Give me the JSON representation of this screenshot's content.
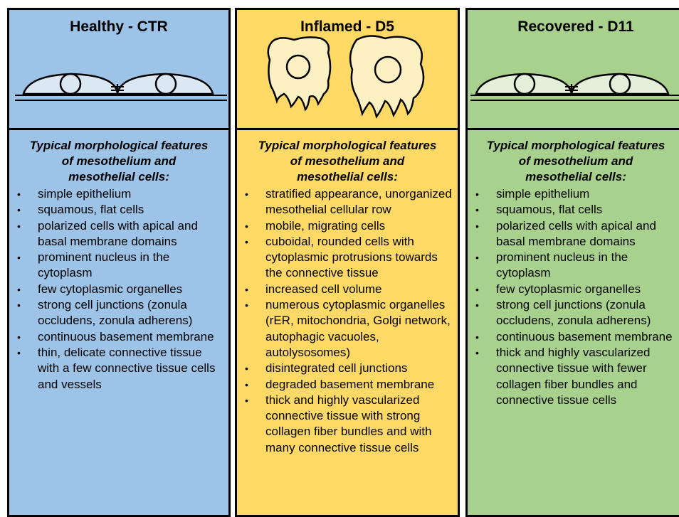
{
  "panels": [
    {
      "title": "Healthy - CTR",
      "heading": [
        "Typical morphological features",
        "of mesothelium and",
        "mesothelial cells:"
      ],
      "features": [
        "simple epithelium",
        "squamous, flat cells",
        "polarized cells with apical and basal membrane domains",
        "prominent nucleus in the cytoplasm",
        "few cytoplasmic organelles",
        "strong cell junctions (zonula occludens, zonula adherens)",
        "continuous basement membrane",
        "thin, delicate connective tissue with a few connective tissue cells and vessels"
      ],
      "bg_color": "#9dc3e6",
      "cell_fill": "#dbe8f4"
    },
    {
      "title": "Inflamed - D5",
      "heading": [
        "Typical morphological features",
        "of mesothelium and",
        "mesothelial cells:"
      ],
      "features": [
        "stratified appearance, unorganized mesothelial cellular row",
        "mobile, migrating cells",
        "cuboidal, rounded cells with cytoplasmic protrusions towards the connective tissue",
        "increased cell volume",
        "numerous cytoplasmic organelles (rER, mitochondria, Golgi network, autophagic vacuoles, autolysosomes)",
        "disintegrated cell junctions",
        "degraded basement membrane",
        "thick and highly vascularized connective tissue with strong collagen fiber bundles and with many connective tissue cells"
      ],
      "bg_color": "#ffd966",
      "cell_fill": "#fdf0c2"
    },
    {
      "title": "Recovered - D11",
      "heading": [
        "Typical morphological features",
        "of mesothelium and",
        "mesothelial cells:"
      ],
      "features": [
        "simple epithelium",
        "squamous, flat cells",
        "polarized cells with apical and basal membrane domains",
        "prominent nucleus in the cytoplasm",
        "few cytoplasmic organelles",
        "strong cell junctions (zonula occludens, zonula adherens)",
        "continuous basement membrane",
        "thick and highly vascularized connective tissue with fewer collagen fiber bundles and connective tissue cells"
      ],
      "bg_color": "#a9d18e",
      "cell_fill": "#e2f0d9"
    }
  ]
}
